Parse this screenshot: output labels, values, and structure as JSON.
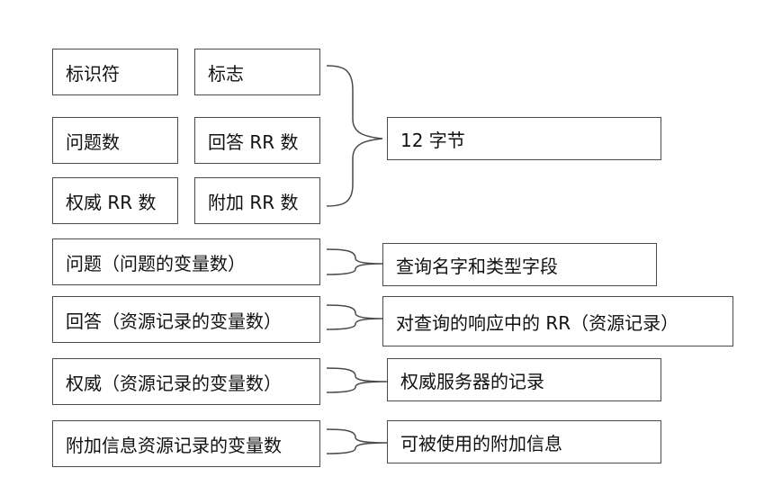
{
  "header_fields": {
    "identifier": "标识符",
    "flags": "标志",
    "question_count": "问题数",
    "answer_rr_count": "回答 RR 数",
    "authority_rr_count": "权威 RR 数",
    "additional_rr_count": "附加 RR 数"
  },
  "header_summary": "12 字节",
  "sections": [
    {
      "field": "问题（问题的变量数）",
      "description": "查询名字和类型字段"
    },
    {
      "field": "回答（资源记录的变量数）",
      "description": "对查询的响应中的 RR（资源记录）"
    },
    {
      "field": "权威（资源记录的变量数）",
      "description": "权威服务器的记录"
    },
    {
      "field": "附加信息资源记录的变量数",
      "description": "可被使用的附加信息"
    }
  ]
}
